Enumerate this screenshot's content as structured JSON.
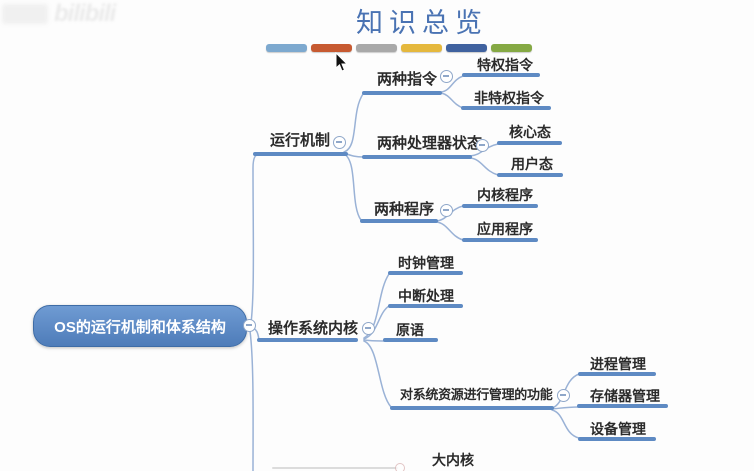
{
  "title": "知识总览",
  "watermark": "bilibili",
  "legend": {
    "colors": [
      "#7da9cf",
      "#c75a31",
      "#a9a9a9",
      "#e5b83d",
      "#40629f",
      "#85a944"
    ]
  },
  "colors": {
    "title_text": "#4a73b3",
    "node_line": "#5e8ac3",
    "connector": "#9ab2d6",
    "root_fill_top": "#6f9bd3",
    "root_fill_bottom": "#4e7cb9",
    "root_border": "#3e6ca6",
    "root_text": "#ffffff",
    "label_text": "#2b2b2b"
  },
  "mindmap": {
    "root": {
      "label": "OS的运行机制和体系结构"
    },
    "branches": [
      {
        "label": "运行机制",
        "children": [
          {
            "label": "两种指令",
            "children": [
              {
                "label": "特权指令"
              },
              {
                "label": "非特权指令"
              }
            ]
          },
          {
            "label": "两种处理器状态",
            "children": [
              {
                "label": "核心态"
              },
              {
                "label": "用户态"
              }
            ]
          },
          {
            "label": "两种程序",
            "children": [
              {
                "label": "内核程序"
              },
              {
                "label": "应用程序"
              }
            ]
          }
        ]
      },
      {
        "label": "操作系统内核",
        "children": [
          {
            "label": "时钟管理"
          },
          {
            "label": "中断处理"
          },
          {
            "label": "原语"
          },
          {
            "label": "对系统资源进行管理的功能",
            "children": [
              {
                "label": "进程管理"
              },
              {
                "label": "存储器管理"
              },
              {
                "label": "设备管理"
              }
            ]
          }
        ]
      },
      {
        "label": "大内核"
      }
    ]
  }
}
